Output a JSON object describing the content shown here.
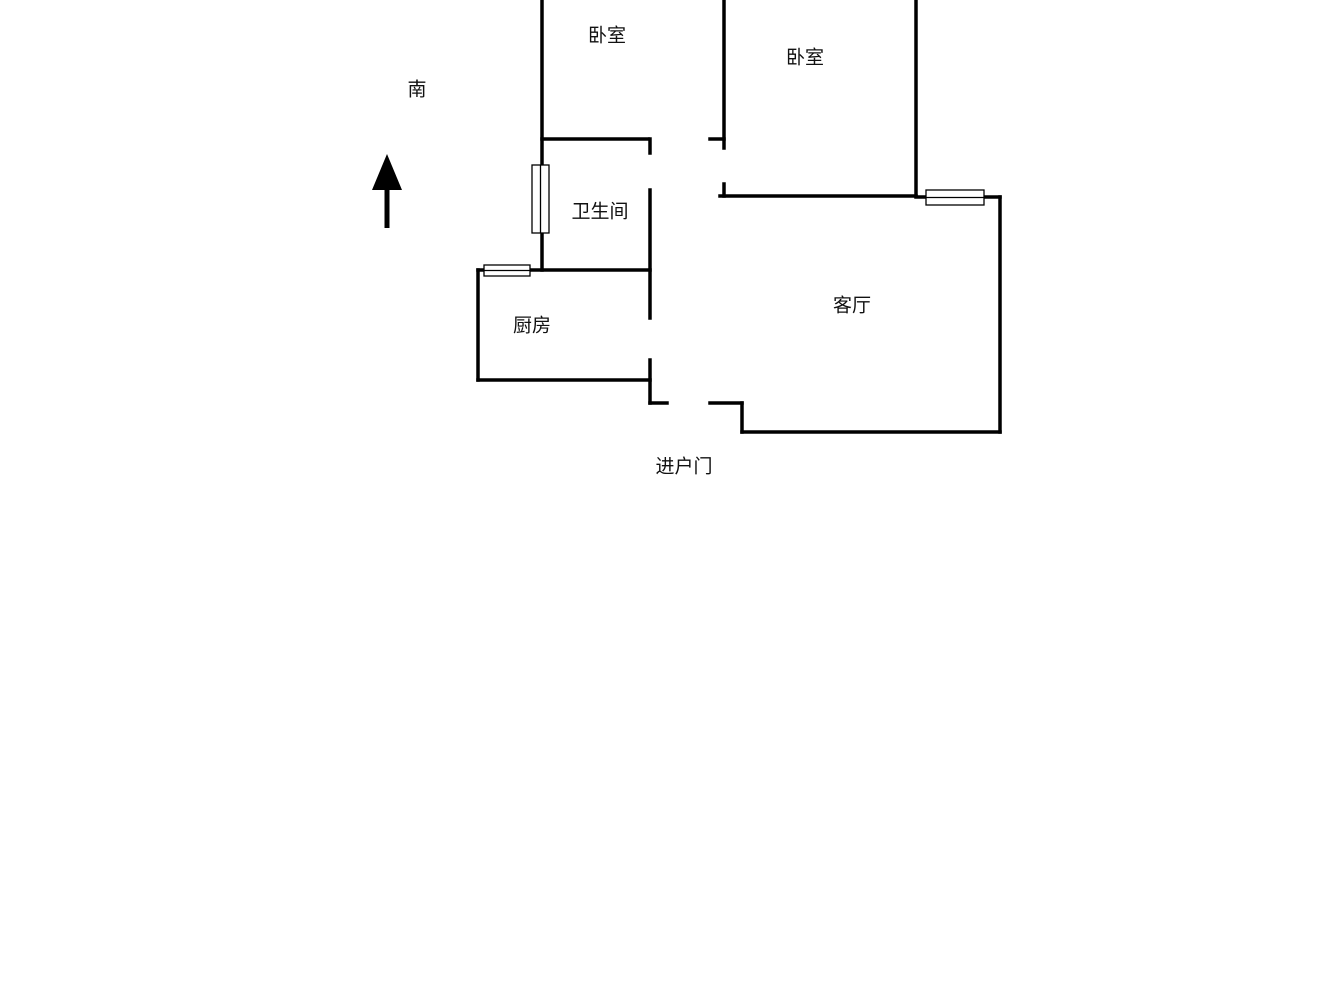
{
  "compass": {
    "label": "南",
    "icon": "north-arrow-icon"
  },
  "rooms": {
    "bedroom1": "卧室",
    "bedroom2": "卧室",
    "bathroom": "卫生间",
    "kitchen": "厨房",
    "living_room": "客厅"
  },
  "entrance": "进户门",
  "colors": {
    "wall": "#000000",
    "background": "#ffffff"
  }
}
